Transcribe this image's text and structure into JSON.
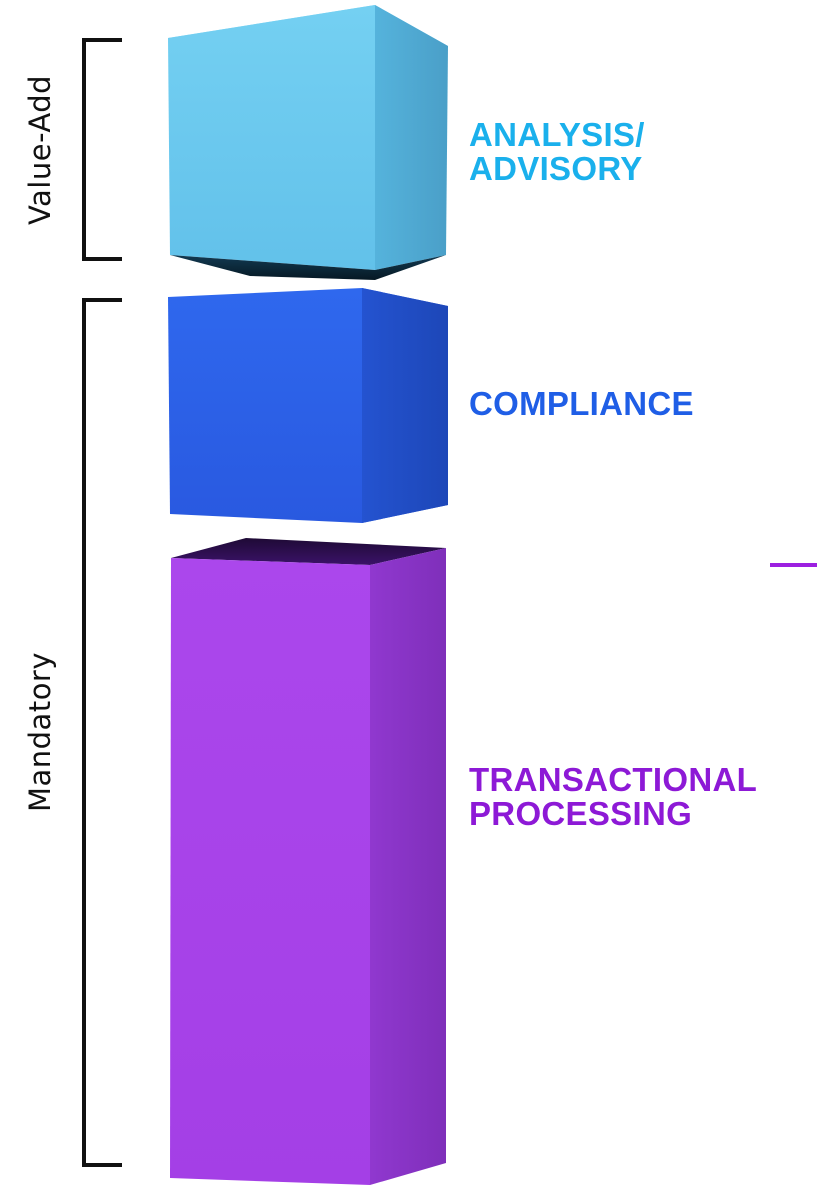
{
  "groups": {
    "value_add": {
      "label": "Value-Add"
    },
    "mandatory": {
      "label": "Mandatory"
    }
  },
  "blocks": [
    {
      "id": "analysis",
      "lines": [
        "ANALYSIS/",
        "ADVISORY"
      ],
      "color": "#1ab0ec"
    },
    {
      "id": "compliance",
      "lines": [
        "COMPLIANCE"
      ],
      "color": "#1f5ee6"
    },
    {
      "id": "transactional",
      "lines": [
        "TRANSACTIONAL",
        "PROCESSING"
      ],
      "color": "#8d19d6"
    }
  ],
  "colors": {
    "analysis_front": "#6ccbef",
    "analysis_side": "#4aa6cf",
    "compliance_front": "#2c63ea",
    "compliance_side": "#1f4fc4",
    "transactional_front": "#a844e9",
    "transactional_side": "#8a34c7",
    "accent_mark": "#9c1fe0",
    "bracket": "#111111"
  }
}
